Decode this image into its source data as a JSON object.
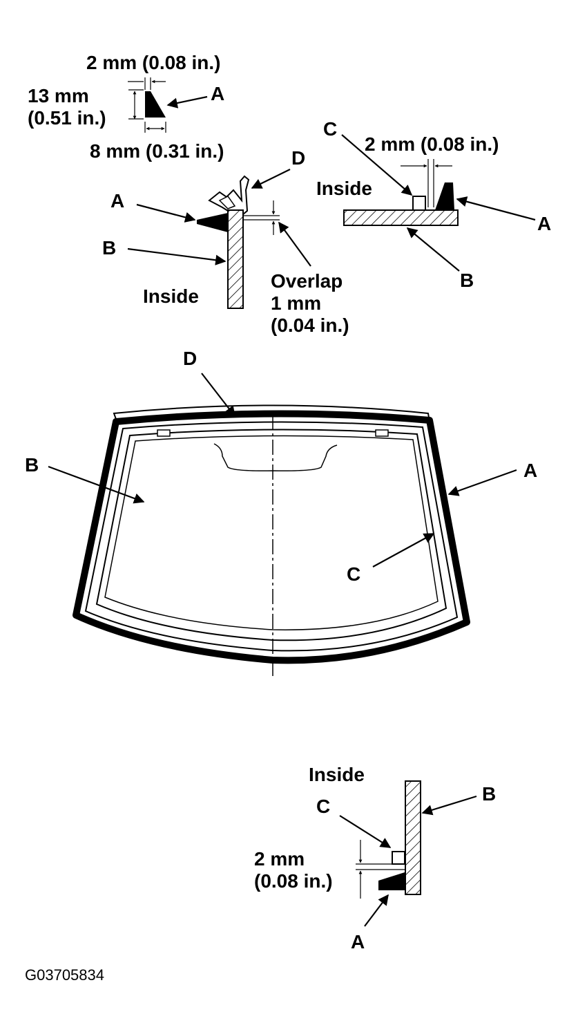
{
  "top_left_detail": {
    "dim_width_top": "2 mm (0.08 in.)",
    "dim_height_line1": "13 mm",
    "dim_height_line2": "(0.51 in.)",
    "dim_width_bottom": "8 mm (0.31 in.)",
    "label_a": "A",
    "label_a2": "A",
    "label_b": "B",
    "label_d": "D",
    "inside": "Inside",
    "overlap_line1": "Overlap",
    "overlap_line2": "1 mm",
    "overlap_line3": "(0.04 in.)"
  },
  "top_right_detail": {
    "label_c": "C",
    "dim": "2 mm (0.08 in.)",
    "inside": "Inside",
    "label_a": "A",
    "label_b": "B"
  },
  "windshield": {
    "label_d": "D",
    "label_b": "B",
    "label_a": "A",
    "label_c": "C"
  },
  "bottom_detail": {
    "inside": "Inside",
    "label_b": "B",
    "label_c": "C",
    "dim_line1": "2 mm",
    "dim_line2": "(0.08 in.)",
    "label_a": "A"
  },
  "figure_code": "G03705834"
}
